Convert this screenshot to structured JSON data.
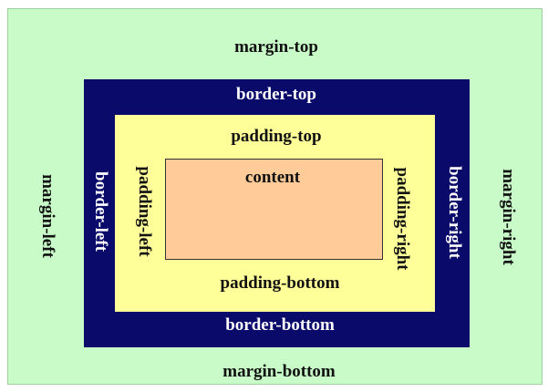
{
  "labels": {
    "margin_top": "margin-top",
    "margin_bottom": "margin-bottom",
    "margin_left": "margin-left",
    "margin_right": "margin-right",
    "border_top": "border-top",
    "border_bottom": "border-bottom",
    "border_left": "border-left",
    "border_right": "border-right",
    "padding_top": "padding-top",
    "padding_bottom": "padding-bottom",
    "padding_left": "padding-left",
    "padding_right": "padding-right",
    "content": "content"
  },
  "colors": {
    "margin": "#c9fbc9",
    "border": "#0a0a6a",
    "padding": "#ffff99",
    "content": "#ffcc99"
  }
}
